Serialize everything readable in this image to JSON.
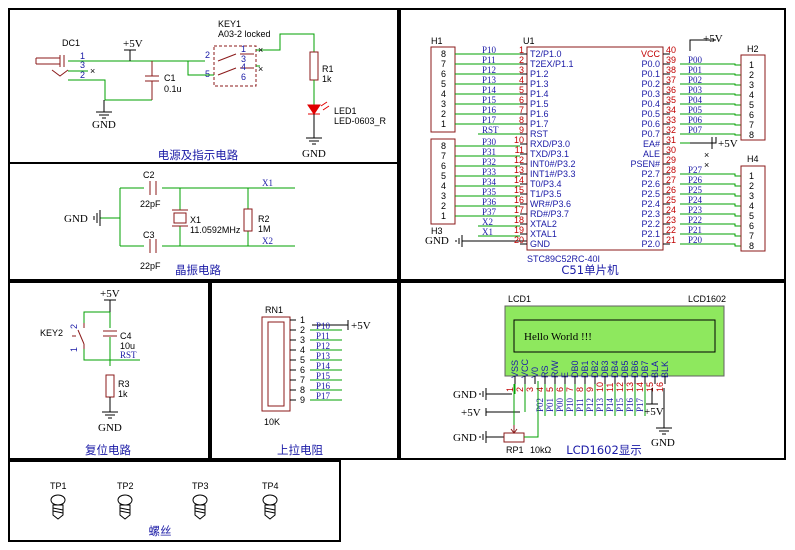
{
  "sections": {
    "power": "电源及指示电路",
    "crystal": "晶振电路",
    "mcu": "C51单片机",
    "reset": "复位电路",
    "pullup": "上拉电阻",
    "lcd": "LCD1602显示",
    "screw": "螺丝"
  },
  "power": {
    "dc_ref": "DC1",
    "dc_pins": [
      "1",
      "3",
      "2"
    ],
    "vcc": "+5V",
    "gnd": "GND",
    "c_ref": "C1",
    "c_val": "0.1u",
    "key_ref": "KEY1",
    "key_val": "A03-2 locked",
    "key_pins": [
      "2",
      "1",
      "3",
      "5",
      "4",
      "6"
    ],
    "r_ref": "R1",
    "r_val": "1k",
    "led_ref": "LED1",
    "led_val": "LED-0603_R",
    "gnd2": "GND"
  },
  "crystal": {
    "c2_ref": "C2",
    "c2_val": "22pF",
    "c3_ref": "C3",
    "c3_val": "22pF",
    "x_ref": "X1",
    "x_val": "11.0592MHz",
    "r_ref": "R2",
    "r_val": "1M",
    "gnd": "GND",
    "net_x1": "X1",
    "net_x2": "X2"
  },
  "h1": {
    "ref": "H1",
    "pins": [
      "8",
      "7",
      "6",
      "5",
      "4",
      "3",
      "2",
      "1"
    ],
    "nets": [
      "P10",
      "P11",
      "P12",
      "P13",
      "P14",
      "P15",
      "P16",
      "P17",
      "RST"
    ]
  },
  "h3": {
    "ref": "H3",
    "pins": [
      "8",
      "7",
      "6",
      "5",
      "4",
      "3",
      "2",
      "1"
    ],
    "nets": [
      "P30",
      "P31",
      "P32",
      "P33",
      "P34",
      "P35",
      "P36",
      "P37",
      "X2",
      "X1"
    ],
    "gnd": "GND"
  },
  "mcu": {
    "ref": "U1",
    "part": "STC89C52RC-40I",
    "left_pins": [
      "1",
      "2",
      "3",
      "4",
      "5",
      "6",
      "7",
      "8",
      "9",
      "10",
      "11",
      "12",
      "13",
      "14",
      "15",
      "16",
      "17",
      "18",
      "19",
      "20"
    ],
    "left_names": [
      "T2/P1.0",
      "T2EX/P1.1",
      "P1.2",
      "P1.3",
      "P1.4",
      "P1.5",
      "P1.6",
      "P1.7",
      "RST",
      "RXD/P3.0",
      "TXD/P3.1",
      "INT0#/P3.2",
      "INT1#/P3.3",
      "T0/P3.4",
      "T1/P3.5",
      "WR#/P3.6",
      "RD#/P3.7",
      "XTAL2",
      "XTAL1",
      "GND"
    ],
    "right_pins": [
      "40",
      "39",
      "38",
      "37",
      "36",
      "35",
      "34",
      "33",
      "32",
      "31",
      "30",
      "29",
      "28",
      "27",
      "26",
      "25",
      "24",
      "23",
      "22",
      "21"
    ],
    "right_names": [
      "VCC",
      "P0.0",
      "P0.1",
      "P0.2",
      "P0.3",
      "P0.4",
      "P0.5",
      "P0.6",
      "P0.7",
      "EA#",
      "ALE",
      "PSEN#",
      "P2.7",
      "P2.6",
      "P2.5",
      "P2.4",
      "P2.3",
      "P2.2",
      "P2.1",
      "P2.0"
    ],
    "right_nets": [
      "",
      "P00",
      "P01",
      "P02",
      "P03",
      "P04",
      "P05",
      "P06",
      "P07",
      "",
      "",
      "",
      "P27",
      "P26",
      "P25",
      "P24",
      "P23",
      "P22",
      "P21",
      "P20"
    ],
    "vcc": "+5V",
    "ea_vcc": "+5V"
  },
  "h2": {
    "ref": "H2",
    "pins": [
      "1",
      "2",
      "3",
      "4",
      "5",
      "6",
      "7",
      "8"
    ]
  },
  "h4": {
    "ref": "H4",
    "pins": [
      "1",
      "2",
      "3",
      "4",
      "5",
      "6",
      "7",
      "8"
    ]
  },
  "reset": {
    "vcc": "+5V",
    "key_ref": "KEY2",
    "key_pins": [
      "2",
      "1"
    ],
    "c_ref": "C4",
    "c_val": "10u",
    "net": "RST",
    "r_ref": "R3",
    "r_val": "1k",
    "gnd": "GND"
  },
  "pullup": {
    "ref": "RN1",
    "val": "10K",
    "pins": [
      "1",
      "2",
      "3",
      "4",
      "5",
      "6",
      "7",
      "8",
      "9"
    ],
    "nets": [
      "P10",
      "P11",
      "P12",
      "P13",
      "P14",
      "P15",
      "P16",
      "P17"
    ],
    "vcc": "+5V"
  },
  "lcd": {
    "ref": "LCD1",
    "part": "LCD1602",
    "text": "Hello World !!!",
    "pin_names": [
      "VSS",
      "VCC",
      "V0",
      "RS",
      "R/W",
      "E",
      "DB0",
      "DB1",
      "DB2",
      "DB3",
      "DB4",
      "DB5",
      "DB6",
      "DB7",
      "BLA",
      "BLK"
    ],
    "pin_nums": [
      "1",
      "2",
      "3",
      "4",
      "5",
      "6",
      "7",
      "8",
      "9",
      "10",
      "11",
      "12",
      "13",
      "14",
      "15",
      "16"
    ],
    "nets": [
      "P02",
      "P01",
      "P00",
      "P10",
      "P11",
      "P12",
      "P13",
      "P14",
      "P15",
      "P16",
      "P17"
    ],
    "gnd1": "GND",
    "vcc1": "+5V",
    "gnd2": "GND",
    "vcc2": "+5V",
    "gnd3": "GND",
    "rp_ref": "RP1",
    "rp_val": "10kΩ"
  },
  "screws": [
    "TP1",
    "TP2",
    "TP3",
    "TP4"
  ]
}
